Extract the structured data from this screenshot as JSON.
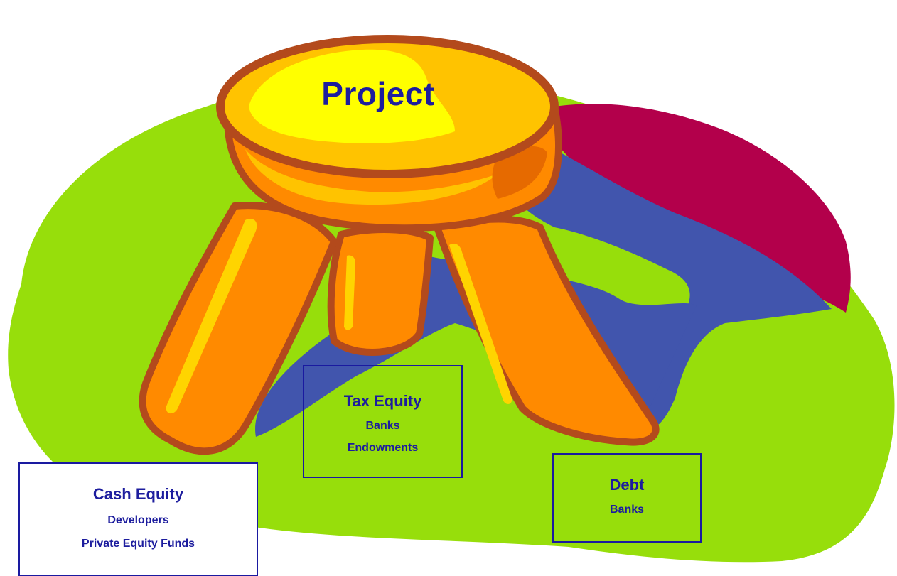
{
  "project_label": "Project",
  "boxes": {
    "cash_equity": {
      "title": "Cash Equity",
      "lines": [
        "Developers",
        "Private Equity Funds"
      ]
    },
    "tax_equity": {
      "title": "Tax Equity",
      "lines": [
        "Banks",
        "Endowments"
      ]
    },
    "debt": {
      "title": "Debt",
      "lines": [
        "Banks"
      ]
    }
  },
  "colors": {
    "ground_green": "#97de0b",
    "crimson_shadow": "#b3004b",
    "blue_shadow": "#4155ad",
    "stool_orange": "#ff8a00",
    "stool_outline": "#b34a1c",
    "seat_yellow": "#ffff00",
    "seat_gold": "#ffc300",
    "text_blue": "#1d1d9e"
  }
}
